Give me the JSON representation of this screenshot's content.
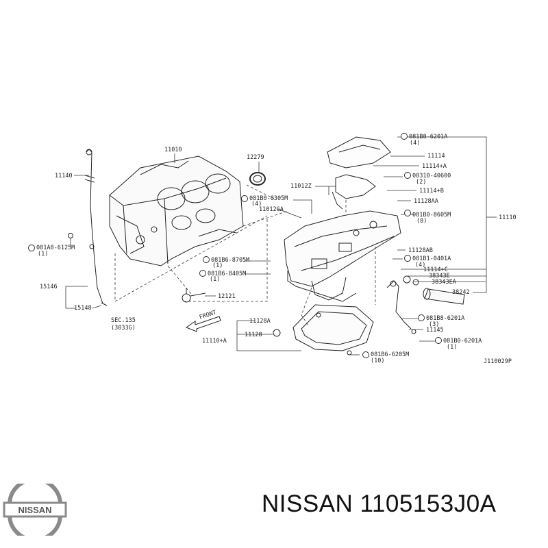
{
  "header": {
    "label_11010": "11010",
    "label_12279": "12279",
    "label_11140": "11140",
    "label_11012": "11012Z",
    "label_11110": "11110"
  },
  "left_labels": {
    "bolt_a": "081A8-6125M",
    "bolt_a_qty": "(1)",
    "label_15146": "15146",
    "label_15148": "15148",
    "sec": "SEC.135",
    "sec_sub": "(3033G)",
    "front": "FRONT"
  },
  "center_labels": {
    "bolt_b": "081B0-8305M",
    "bolt_b_qty": "(4)",
    "label_11012GA": "11012GA",
    "bolt_c": "081B6-8705M",
    "bolt_c_qty": "(1)",
    "bolt_d": "081B6-8405M",
    "bolt_d_qty": "(1)",
    "label_12121": "12121",
    "label_11128A": "11128A",
    "label_11128": "11128",
    "label_11110A": "11110+A",
    "bolt_e": "081B6-6205M",
    "bolt_e_qty": "(10)"
  },
  "right_labels": {
    "bolt_f": "081B8-6201A",
    "bolt_f_qty": "(4)",
    "label_11114": "11114",
    "label_11114A": "11114+A",
    "bolt_g": "08310-40600",
    "bolt_g_qty": "(2)",
    "label_11114B": "11114+B",
    "label_11128AA": "11128AA",
    "bolt_h": "081B0-8605M",
    "bolt_h_qty": "(8)",
    "label_1112AB": "11128AB",
    "bolt_i": "081B1-0401A",
    "bolt_i_qty": "(4)",
    "label_11114C": "11114+C",
    "label_38343E": "38343E",
    "label_38343EA": "38343EA",
    "label_38242": "38242",
    "bolt_j": "081B8-6201A",
    "bolt_j_qty": "(3)",
    "label_11145": "11145",
    "bolt_k": "081B0-6201A",
    "bolt_k_qty": "(1)",
    "code": "J110029P"
  },
  "footer": {
    "brand": "NISSAN",
    "title": "NISSAN 1105153J0A"
  }
}
